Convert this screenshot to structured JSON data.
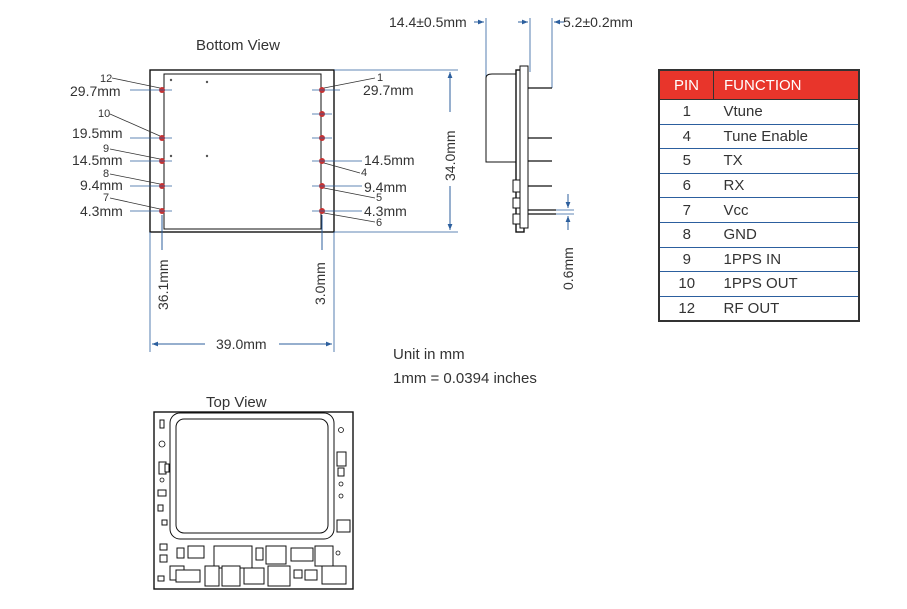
{
  "bottom_view": {
    "title": "Bottom View",
    "left_pins": [
      {
        "pin": "12",
        "dim": "29.7mm"
      },
      {
        "pin": "10",
        "dim": "19.5mm"
      },
      {
        "pin": "9",
        "dim": "14.5mm"
      },
      {
        "pin": "8",
        "dim": "9.4mm"
      },
      {
        "pin": "7",
        "dim": "4.3mm"
      }
    ],
    "right_pins": [
      {
        "pin": "1",
        "dim": "29.7mm"
      },
      {
        "pin": "4",
        "dim": "14.5mm"
      },
      {
        "pin": "5",
        "dim": "9.4mm"
      },
      {
        "pin": "6",
        "dim": "4.3mm"
      }
    ],
    "height_dim": "34.0mm",
    "width_dim": "39.0mm",
    "left_offset_dim": "36.1mm",
    "right_offset_dim": "3.0mm"
  },
  "side_view": {
    "thickness_dim": "14.4±0.5mm",
    "pin_length_dim": "5.2±0.2mm",
    "pin_dim": "0.6mm"
  },
  "units": {
    "line1": "Unit in mm",
    "line2": "1mm = 0.0394 inches"
  },
  "top_view": {
    "title": "Top View"
  },
  "pin_table": {
    "headers": [
      "PIN",
      "FUNCTION"
    ],
    "rows": [
      [
        "1",
        "Vtune"
      ],
      [
        "4",
        "Tune Enable"
      ],
      [
        "5",
        "TX"
      ],
      [
        "6",
        "RX"
      ],
      [
        "7",
        "Vcc"
      ],
      [
        "8",
        "GND"
      ],
      [
        "9",
        "1PPS IN"
      ],
      [
        "10",
        "1PPS OUT"
      ],
      [
        "12",
        "RF OUT"
      ]
    ],
    "header_color": "#e8352b"
  }
}
